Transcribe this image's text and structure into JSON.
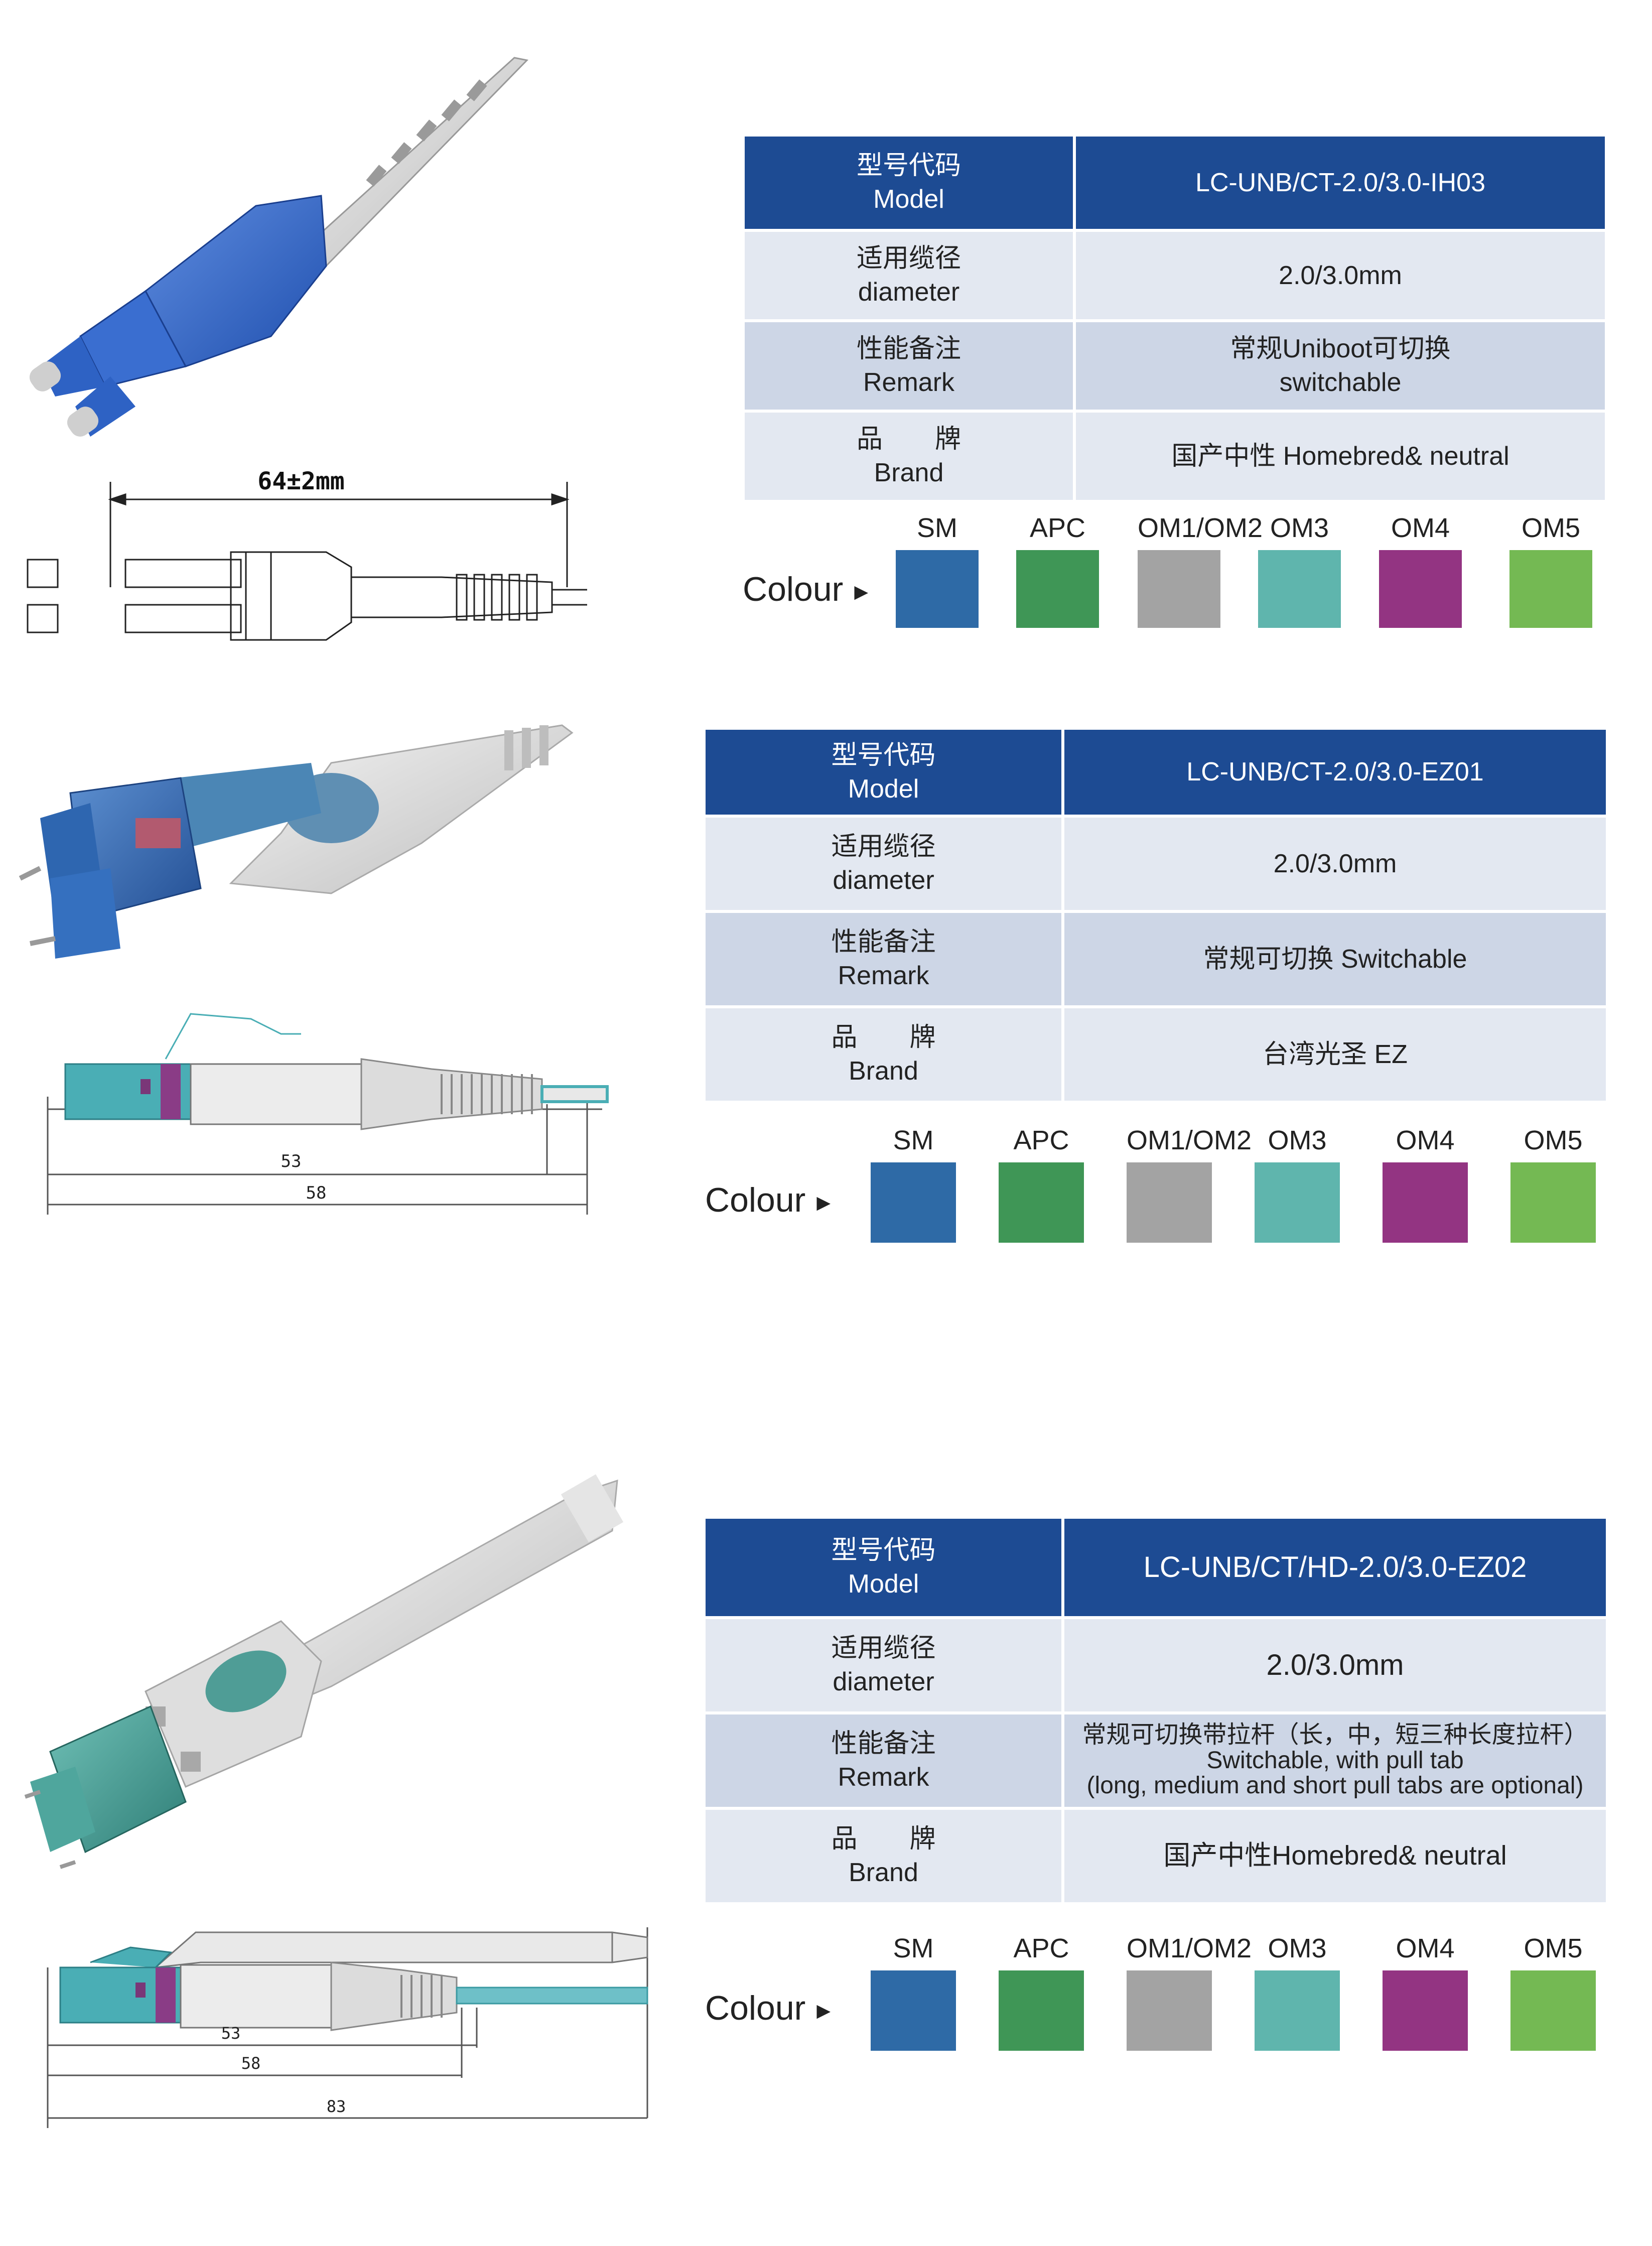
{
  "colors": {
    "header_bg": "#1d4b93",
    "row_light": "#e3e8f1",
    "row_dark": "#cdd6e6",
    "SM": "#2e6aa6",
    "APC": "#3f9656",
    "OM1/OM2": "#a3a3a3",
    "OM3": "#5fb5ad",
    "OM4": "#933482",
    "OM5": "#74b953"
  },
  "products": [
    {
      "drawing_dimension": "64±2mm",
      "table": {
        "model_label_cn": "型号代码",
        "model_label_en": "Model",
        "model_value": "LC-UNB/CT-2.0/3.0-IH03",
        "diameter_label_cn": "适用缆径",
        "diameter_label_en": "diameter",
        "diameter_value": "2.0/3.0mm",
        "remark_label_cn": "性能备注",
        "remark_label_en": "Remark",
        "remark_value_1": "常规Uniboot可切换",
        "remark_value_2": "switchable",
        "brand_label_cn": "品　　牌",
        "brand_label_en": "Brand",
        "brand_value": "国产中性 Homebred& neutral"
      },
      "colour": {
        "label": "Colour",
        "swatches": [
          "SM",
          "APC",
          "OM1/OM2",
          "OM3",
          "OM4",
          "OM5"
        ]
      }
    },
    {
      "drawing_dimensions": [
        "53",
        "58"
      ],
      "table": {
        "model_label_cn": "型号代码",
        "model_label_en": "Model",
        "model_value": "LC-UNB/CT-2.0/3.0-EZ01",
        "diameter_label_cn": "适用缆径",
        "diameter_label_en": "diameter",
        "diameter_value": "2.0/3.0mm",
        "remark_label_cn": "性能备注",
        "remark_label_en": "Remark",
        "remark_value_1": "常规可切换 Switchable",
        "brand_label_cn": "品　　牌",
        "brand_label_en": "Brand",
        "brand_value": "台湾光圣 EZ"
      },
      "colour": {
        "label": "Colour",
        "swatches": [
          "SM",
          "APC",
          "OM1/OM2",
          "OM3",
          "OM4",
          "OM5"
        ]
      }
    },
    {
      "drawing_dimensions": [
        "53",
        "58",
        "83"
      ],
      "table": {
        "model_label_cn": "型号代码",
        "model_label_en": "Model",
        "model_value": "LC-UNB/CT/HD-2.0/3.0-EZ02",
        "diameter_label_cn": "适用缆径",
        "diameter_label_en": "diameter",
        "diameter_value": "2.0/3.0mm",
        "remark_label_cn": "性能备注",
        "remark_label_en": "Remark",
        "remark_value_1": "常规可切换带拉杆（长，中，短三种长度拉杆）",
        "remark_value_2": "Switchable, with pull tab",
        "remark_value_3": "(long, medium and short pull tabs are optional)",
        "brand_label_cn": "品　　牌",
        "brand_label_en": "Brand",
        "brand_value": "国产中性Homebred& neutral"
      },
      "colour": {
        "label": "Colour",
        "swatches": [
          "SM",
          "APC",
          "OM1/OM2",
          "OM3",
          "OM4",
          "OM5"
        ]
      }
    }
  ]
}
